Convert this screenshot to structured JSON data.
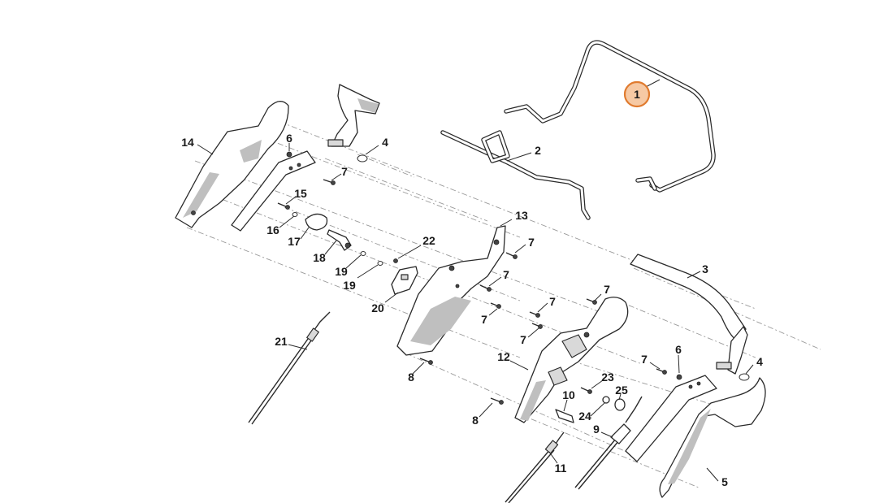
{
  "highlight": {
    "part": "1",
    "color": "#e07b2f",
    "fill": "#f6c9a4"
  },
  "callouts": {
    "c1": "1",
    "c2": "2",
    "c3": "3",
    "c4a": "4",
    "c4b": "4",
    "c5": "5",
    "c6a": "6",
    "c6b": "6",
    "c7a": "7",
    "c7b": "7",
    "c7c": "7",
    "c7d": "7",
    "c7e": "7",
    "c7f": "7",
    "c7g": "7",
    "c7h": "7",
    "c8a": "8",
    "c8b": "8",
    "c9": "9",
    "c10": "10",
    "c11": "11",
    "c12": "12",
    "c13": "13",
    "c14": "14",
    "c15": "15",
    "c16": "16",
    "c17": "17",
    "c18": "18",
    "c19a": "19",
    "c19b": "19",
    "c20": "20",
    "c21": "21",
    "c22": "22",
    "c23": "23",
    "c24": "24",
    "c25": "25"
  }
}
